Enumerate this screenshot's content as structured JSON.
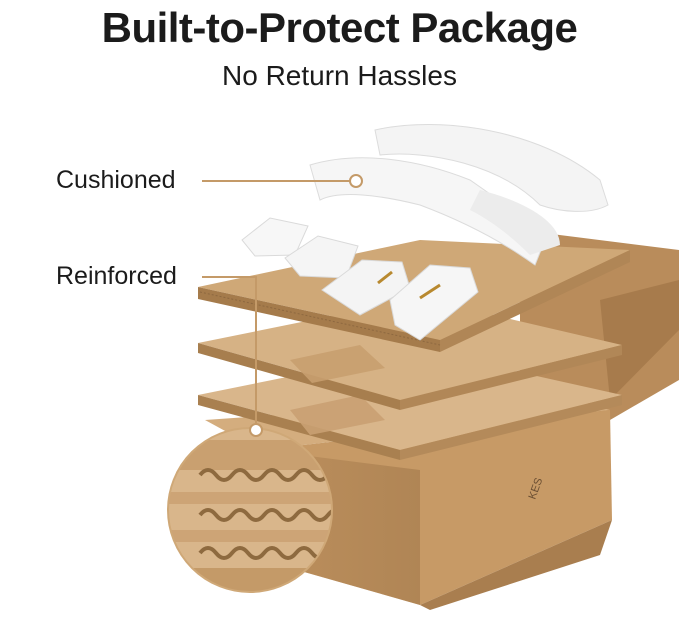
{
  "header": {
    "title": "Built-to-Protect Package",
    "subtitle": "No Return Hassles"
  },
  "callouts": {
    "cushioned": "Cushioned",
    "reinforced": "Reinforced"
  },
  "box": {
    "logo_text": "KES"
  },
  "colors": {
    "kraft": "#c49a68",
    "kraft_light": "#d6b388",
    "kraft_dark": "#a57c4e",
    "foam": "#f3f3f3",
    "callout_line": "#c49a68",
    "text": "#1b1b1b"
  }
}
